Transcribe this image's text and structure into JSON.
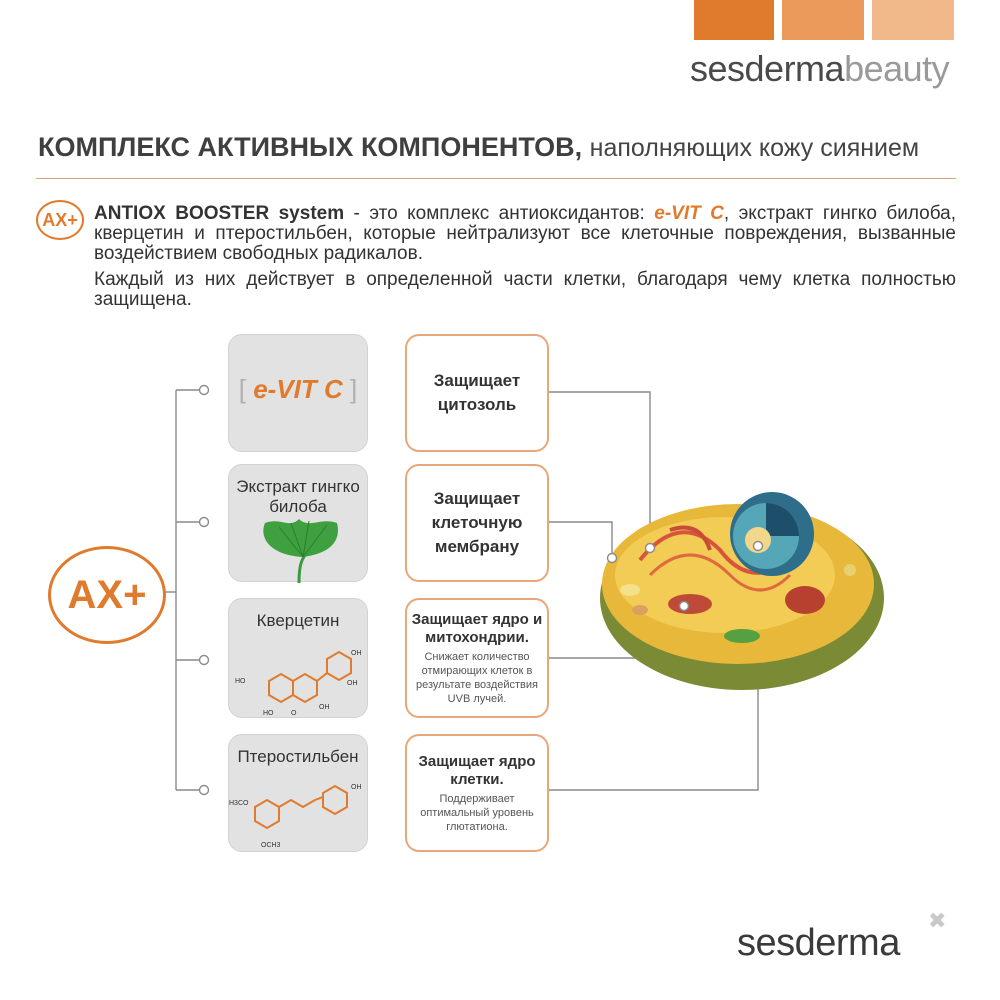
{
  "brand_top": {
    "sesderma": "sesderma",
    "beauty": "beauty"
  },
  "title": {
    "bold": "КОМПЛЕКС АКТИВНЫХ КОМПОНЕНТОВ,",
    "rest": "наполняющих кожу сиянием"
  },
  "badge": "AX+",
  "intro": {
    "system_name": "ANTIOX BOOSTER system",
    "text_a": " - это комплекс антиоксидантов: ",
    "evitc": "e-VIT C",
    "text_b": ", экстракт гингко билоба, кверцетин и птеростильбен, которые нейтрализуют все клеточные повреждения, вызванные воздействием свободных радикалов.",
    "paragraph2": "Каждый из них действует в определенной части клетки, благодаря чему клетка полностью защищена."
  },
  "ingredients": [
    {
      "name": "e-VIT C",
      "bracket_left": "[",
      "bracket_right": "]"
    },
    {
      "name": "Экстракт гингко билоба"
    },
    {
      "name": "Кверцетин"
    },
    {
      "name": "Птеростильбен"
    }
  ],
  "effects": [
    {
      "title": "Защищает цитозоль",
      "detail": ""
    },
    {
      "title": "Защищает клеточную мембрану",
      "detail": ""
    },
    {
      "title": "Защищает ядро и митохондрии.",
      "detail": "Снижает количество отмирающих клеток в результате воздействия UVB лучей."
    },
    {
      "title": "Защищает ядро клетки.",
      "detail": "Поддерживает оптимальный уровень глютатиона."
    }
  ],
  "molecule_labels": {
    "quercetin": [
      "HO",
      "OH",
      "OH",
      "OH",
      "HO",
      "O"
    ],
    "pterostilbene": [
      "H3CO",
      "OH",
      "OCH3"
    ]
  },
  "brand_bottom": "sesderma",
  "colors": {
    "accent": "#e07a2c",
    "card_bg": "#e2e2e2",
    "border": "#e8a77a"
  }
}
